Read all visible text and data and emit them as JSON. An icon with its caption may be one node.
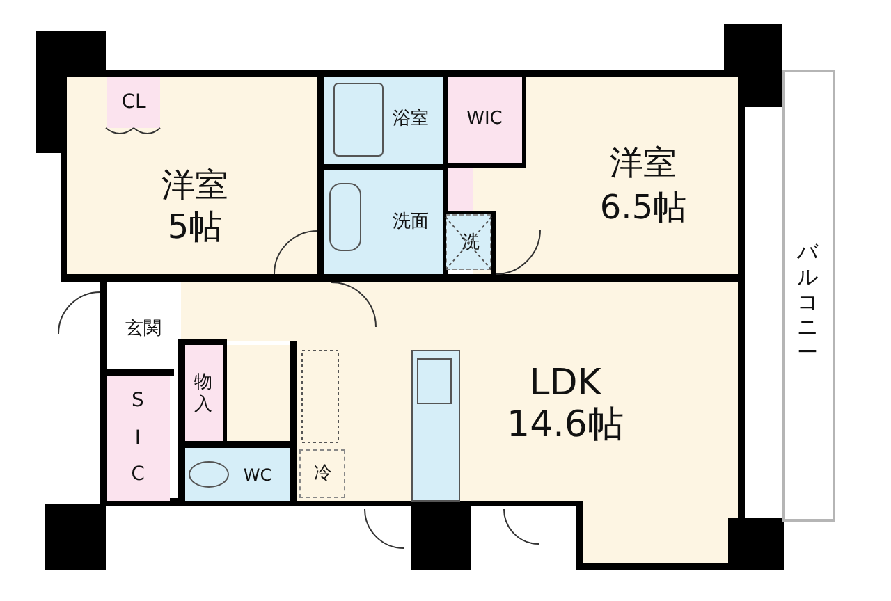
{
  "diagram": {
    "nodes": [
      {
        "text": [
          "洋室",
          "5帖"
        ]
      },
      {
        "text": [
          "CL"
        ],
        "in": 0
      },
      {
        "text": [
          "浴室"
        ]
      },
      {
        "text": [
          "WIC"
        ]
      },
      {
        "text": [
          "洋室",
          "6.5帖"
        ]
      },
      {
        "text": [
          "洗面"
        ]
      },
      {
        "text": [
          "洗"
        ]
      },
      {
        "text": [
          "玄関"
        ]
      },
      {
        "text": [
          "物入"
        ]
      },
      {
        "text": [
          "SIC"
        ]
      },
      {
        "text": [
          "WC"
        ]
      },
      {
        "text": [
          "LDK",
          "14.6帖"
        ]
      },
      {
        "text": [
          "冷"
        ],
        "in": 11
      },
      {
        "text": [
          "バルコニー"
        ]
      }
    ]
  }
}
